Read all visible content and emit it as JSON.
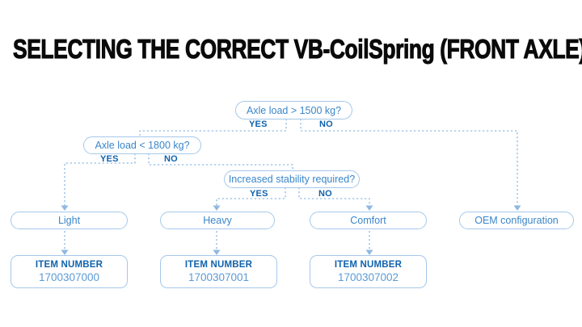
{
  "title": "SELECTING THE CORRECT VB-CoilSpring (FRONT AXLE)",
  "colors": {
    "c-bg": "#ffffff",
    "c-title": "#0a0a0a",
    "c-border": "#a5c8ea",
    "c-line": "#a5c8ea",
    "c-arrow": "#90b8e0",
    "c-question": "#3a86c9",
    "c-label": "#0f62ad",
    "c-number": "#5b9ad7"
  },
  "decisions": [
    {
      "question": "Axle load > 1500 kg?",
      "yes_label": "YES",
      "no_label": "NO"
    },
    {
      "question": "Axle load < 1800 kg?",
      "yes_label": "YES",
      "no_label": "NO"
    },
    {
      "question": "Increased stability required?",
      "yes_label": "YES",
      "no_label": "NO"
    }
  ],
  "outcomes": [
    {
      "label": "Light"
    },
    {
      "label": "Heavy"
    },
    {
      "label": "Comfort"
    },
    {
      "label": "OEM configuration"
    }
  ],
  "items": [
    {
      "heading": "ITEM NUMBER",
      "number": "1700307000"
    },
    {
      "heading": "ITEM NUMBER",
      "number": "1700307001"
    },
    {
      "heading": "ITEM NUMBER",
      "number": "1700307002"
    }
  ]
}
